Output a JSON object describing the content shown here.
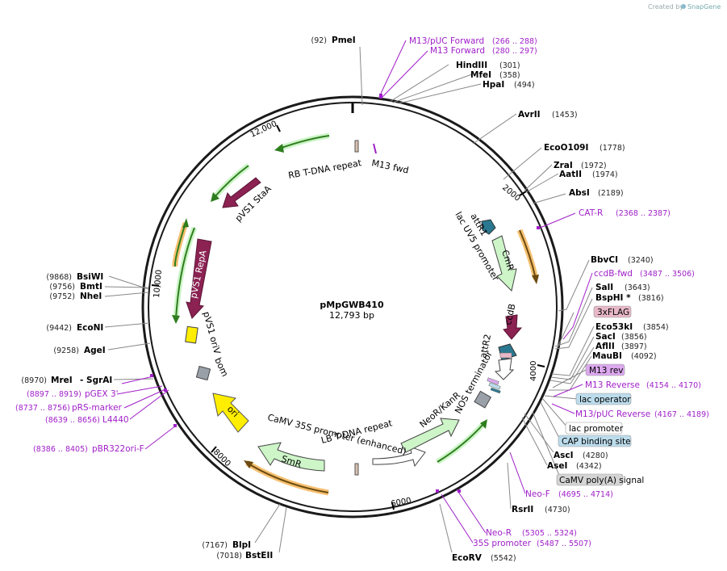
{
  "credit": {
    "text": "Created by",
    "brand": "SnapGene"
  },
  "plasmid": {
    "name": "pMpGWB410",
    "length": "12,793 bp"
  },
  "ticks": [
    "2000",
    "4000",
    "6000",
    "8000",
    "10,000",
    "12,000"
  ],
  "enzymes": [
    {
      "pos": "(92)",
      "name": "PmeI"
    },
    {
      "pos": "(301)",
      "name": "HindIII"
    },
    {
      "pos": "(358)",
      "name": "MfeI"
    },
    {
      "pos": "(494)",
      "name": "HpaI"
    },
    {
      "pos": "(1453)",
      "name": "AvrII"
    },
    {
      "pos": "(1778)",
      "name": "EcoO109I"
    },
    {
      "pos": "(1972)",
      "name": "ZraI"
    },
    {
      "pos": "(1974)",
      "name": "AatII"
    },
    {
      "pos": "(2189)",
      "name": "AbsI"
    },
    {
      "pos": "(3240)",
      "name": "BbvCI"
    },
    {
      "pos": "(3643)",
      "name": "SalI"
    },
    {
      "pos": "(3816)",
      "name": "BspHI *"
    },
    {
      "pos": "(3854)",
      "name": "Eco53kI"
    },
    {
      "pos": "(3856)",
      "name": "SacI"
    },
    {
      "pos": "(3897)",
      "name": "AflII"
    },
    {
      "pos": "(4092)",
      "name": "MauBI"
    },
    {
      "pos": "(4280)",
      "name": "AscI"
    },
    {
      "pos": "(4342)",
      "name": "AseI"
    },
    {
      "pos": "(4730)",
      "name": "RsrII"
    },
    {
      "pos": "(5542)",
      "name": "EcoRV"
    },
    {
      "pos": "(7018)",
      "name": "BstEII"
    },
    {
      "pos": "(7167)",
      "name": "BlpI"
    },
    {
      "pos": "(8970)",
      "name": "MreI"
    },
    {
      "pos": "",
      "name": "- SgrAI"
    },
    {
      "pos": "(9258)",
      "name": "AgeI"
    },
    {
      "pos": "(9442)",
      "name": "EcoNI"
    },
    {
      "pos": "(9752)",
      "name": "NheI"
    },
    {
      "pos": "(9756)",
      "name": "BmtI"
    },
    {
      "pos": "(9868)",
      "name": "BsiWI"
    }
  ],
  "primers": [
    {
      "name": "M13/pUC Forward",
      "range": "(266 .. 288)"
    },
    {
      "name": "M13 Forward",
      "range": "(280 .. 297)"
    },
    {
      "name": "CAT-R",
      "range": "(2368 .. 2387)"
    },
    {
      "name": "ccdB-fwd",
      "range": "(3487 .. 3506)"
    },
    {
      "name": "M13 Reverse",
      "range": "(4154 .. 4170)"
    },
    {
      "name": "M13/pUC Reverse",
      "range": "(4167 .. 4189)"
    },
    {
      "name": "Neo-F",
      "range": "(4695 .. 4714)"
    },
    {
      "name": "Neo-R",
      "range": "(5305 .. 5324)"
    },
    {
      "name": "35S promoter",
      "range": "(5487 .. 5507)"
    },
    {
      "name": "pBR322ori-F",
      "range": "(8386 .. 8405)"
    },
    {
      "name": "L4440",
      "range": "(8639 .. 8656)"
    },
    {
      "name": "pRS-marker",
      "range": "(8737 .. 8756)"
    },
    {
      "name": "pGEX 3'",
      "range": "(8897 .. 8919)"
    }
  ],
  "boxed_features": [
    {
      "name": "3xFLAG",
      "color": "#e8b8c8"
    },
    {
      "name": "M13 rev",
      "color": "#dca8ee"
    },
    {
      "name": "lac operator",
      "color": "#bcdcec"
    },
    {
      "name": "lac promoter",
      "color": "#ffffff"
    },
    {
      "name": "CAP binding site",
      "color": "#bcdcec"
    },
    {
      "name": "CaMV poly(A) signal",
      "color": "#d4d4d4"
    }
  ],
  "feature_labels": [
    "RB T-DNA repeat",
    "M13 fwd",
    "pVS1 StaA",
    "pVS1 RepA",
    "pVS1 oriV",
    "bom",
    "ori",
    "attR1",
    "lac UV5 promoter",
    "CmR",
    "ccdB",
    "attR2",
    "NOS terminator",
    "NeoR/KanR",
    "CaMV 35S promoter (enhanced)",
    "LB T-DNA repeat",
    "SmR"
  ],
  "colors": {
    "primer": "#a020c8",
    "backbone": "#1a1a1a",
    "green_arrow": "#cdf5c8",
    "green_line": "#2e7d1e",
    "maroon": "#8b2252",
    "teal": "#2a7890",
    "yellow": "#ffee00",
    "gray_feature": "#9aa0a8",
    "orange_glow": "#f5c070"
  }
}
